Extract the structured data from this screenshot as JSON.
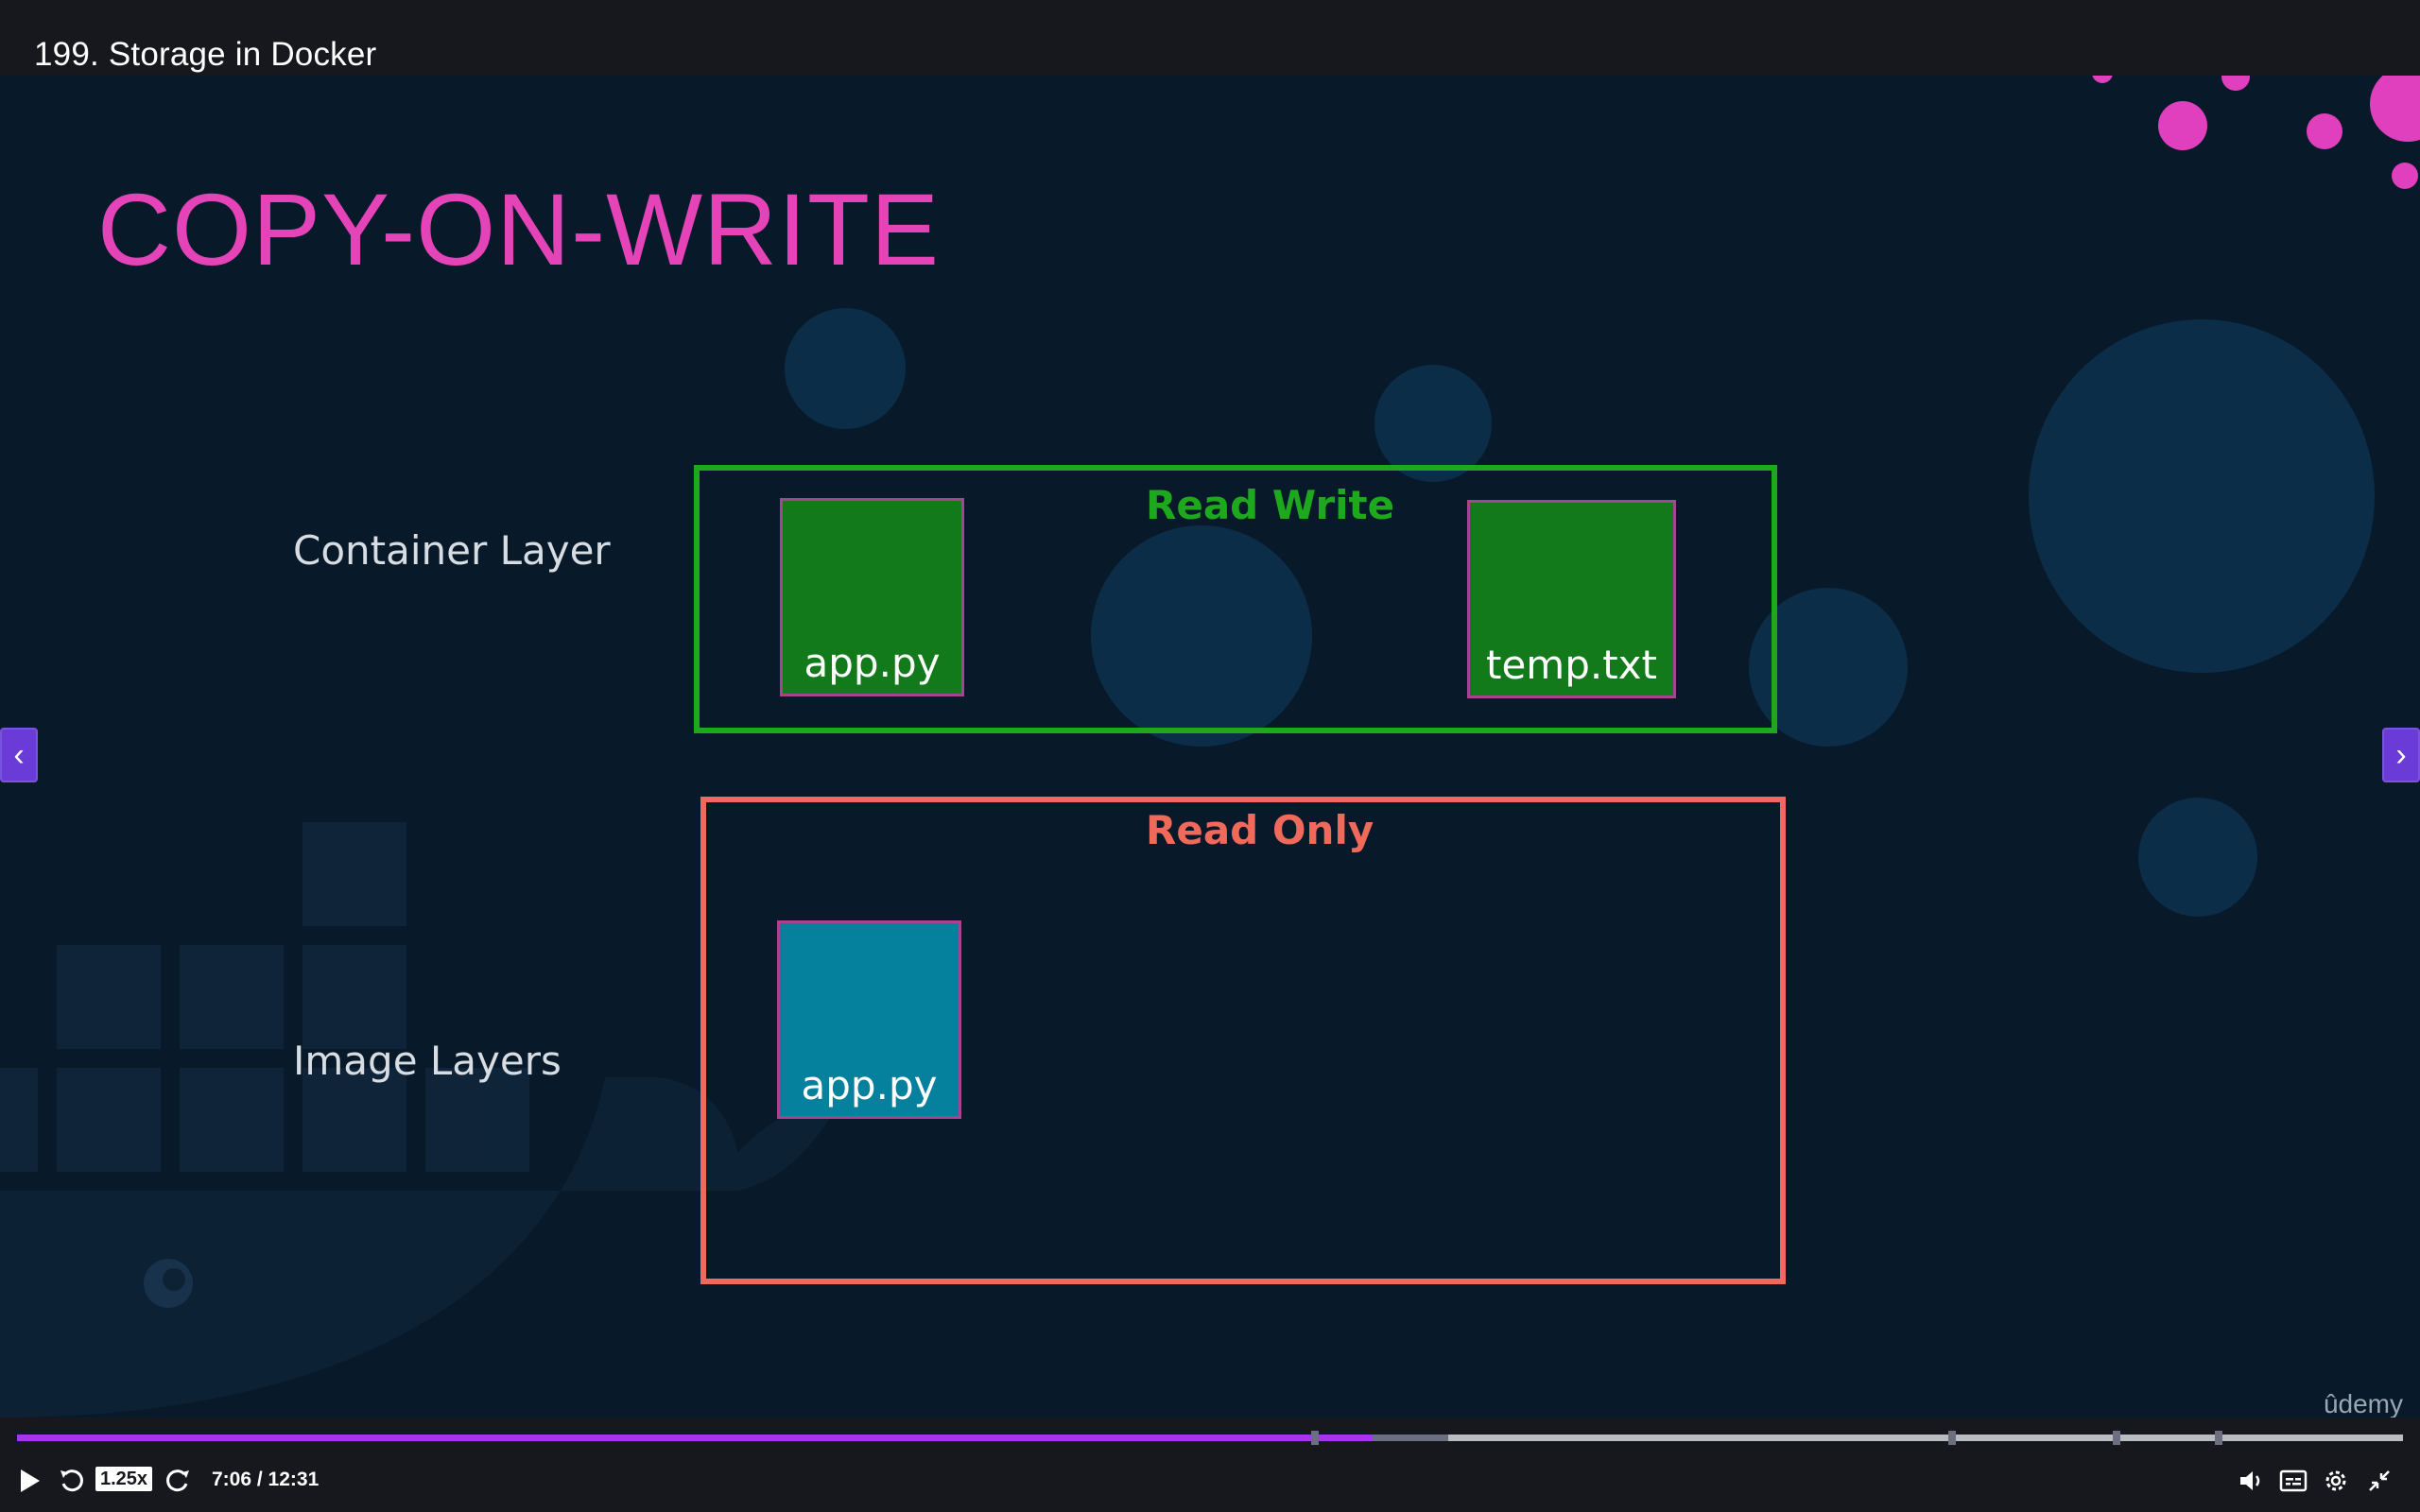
{
  "topbar": {
    "title": "199. Storage in Docker"
  },
  "slide": {
    "title": "COPY-ON-WRITE",
    "container_layer_label": "Container Layer",
    "image_layers_label": "Image Layers",
    "read_write": {
      "heading": "Read Write",
      "files": [
        "app.py",
        "temp.txt"
      ]
    },
    "read_only": {
      "heading": "Read Only",
      "files": [
        "app.py"
      ]
    },
    "watermark": "ûdemy"
  },
  "colors": {
    "title_pink": "#e544b9",
    "read_write_green": "#1ea81e",
    "read_only_red": "#ef6a5a",
    "file_green": "#137a1c",
    "file_teal": "#05819e",
    "progress_purple": "#a435f0"
  },
  "controls": {
    "speed": "1.25x",
    "time": "7:06 / 12:31",
    "progress_fraction": 0.568,
    "buffered_fraction": 0.6,
    "icons": [
      "play-icon",
      "rewind-icon",
      "forward-icon",
      "volume-icon",
      "captions-icon",
      "settings-icon",
      "exit-fullscreen-icon"
    ]
  },
  "nav": {
    "prev_icon": "chevron-left-icon",
    "next_icon": "chevron-right-icon"
  }
}
